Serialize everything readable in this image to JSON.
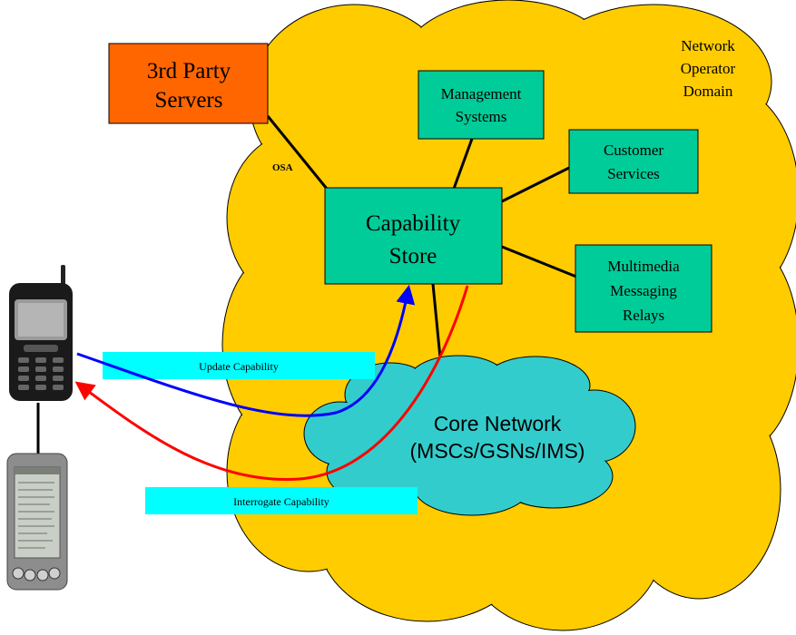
{
  "operator_domain": {
    "line1": "Network",
    "line2": "Operator",
    "line3": "Domain"
  },
  "third_party": {
    "line1": "3rd Party",
    "line2": "Servers"
  },
  "osa_label": "OSA",
  "management": {
    "line1": "Management",
    "line2": "Systems"
  },
  "customer": {
    "line1": "Customer",
    "line2": "Services"
  },
  "capability_store": {
    "line1": "Capability",
    "line2": "Store"
  },
  "multimedia": {
    "line1": "Multimedia",
    "line2": "Messaging",
    "line3": "Relays"
  },
  "core_network": {
    "line1": "Core Network",
    "line2": "(MSCs/GSNs/IMS)"
  },
  "update_label": "Update Capability",
  "interrogate_label": "Interrogate Capability",
  "colors": {
    "domain_cloud": "#ffcc00",
    "core_cloud": "#33cccc",
    "box_fill": "#00cc99",
    "third_party_fill": "#ff6600",
    "update_arrow": "#0000ff",
    "interrogate_arrow": "#ff0000",
    "label_band": "#00ffff"
  }
}
